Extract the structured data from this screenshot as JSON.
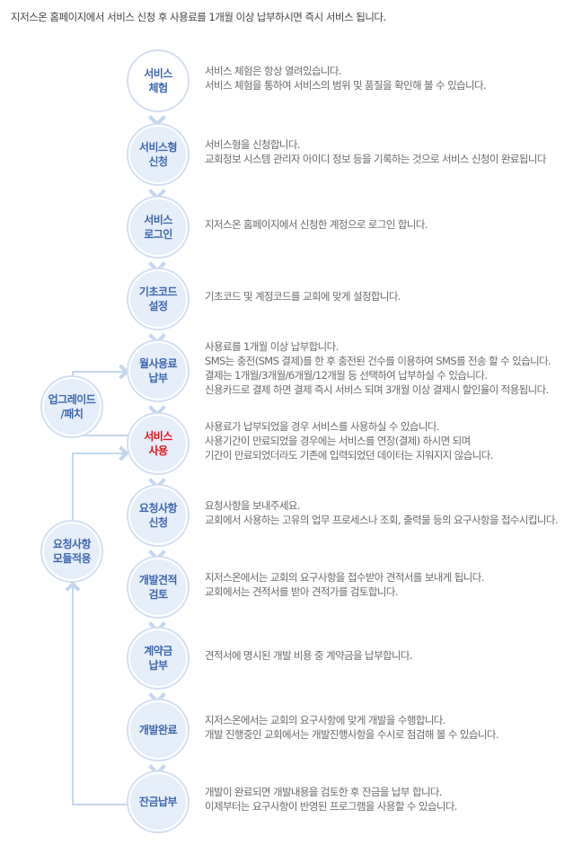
{
  "intro": "지저스온 홈페이지에서 서비스 신청 후 사용료를 1개월 이상 납부하시면 즉시 서비스 됩니다.",
  "steps": [
    {
      "label": [
        "서비스",
        "체험"
      ],
      "desc": [
        "서비스 체험은 항상 열려있습니다.",
        "서비스 체험을 통하여 서비스의 범위 및 품질을 확인해 볼 수 있습니다."
      ]
    },
    {
      "label": [
        "서비스형",
        "신청"
      ],
      "desc": [
        "서비스형을 신청합니다.",
        "교회정보 시스템 관리자 아이디 정보 등을 기록하는 것으로 서비스 신청이 완료됩니다"
      ]
    },
    {
      "label": [
        "서비스",
        "로그인"
      ],
      "desc": [
        "지저스온 홈페이지에서 신청한 계정으로 로그인 합니다."
      ]
    },
    {
      "label": [
        "기초코드",
        "설정"
      ],
      "desc": [
        "기초코드 및 계정코드를 교회에 맞게 설정합니다."
      ]
    },
    {
      "label": [
        "월사용료",
        "납부"
      ],
      "desc": [
        "사용료를 1개월 이상 납부합니다.",
        "SMS는 충전(SMS 결제)를 한 후 충전된 건수를 이용하여 SMS를 전송 할 수 있습니다.",
        "결제는 1개월/3개월/6개월/12개월 등 선택하여 납부하실 수 있습니다.",
        "신용카드로 결제 하면 결제 즉시 서비스 되며 3개월 이상 결제시 할인율이 적용됩니다."
      ]
    },
    {
      "label": [
        "서비스",
        "사용"
      ],
      "desc": [
        "사용료가 납부되었을 경우 서비스를 사용하실 수 있습니다.",
        "사용기간이 만료되었을 경우에는 서비스를 연장(결제) 하시면 되며",
        "기간이 만료되었더라도 기존에 입력되었던 데이터는 지워지지 않습니다."
      ]
    },
    {
      "label": [
        "요청사항",
        "신청"
      ],
      "desc": [
        "요청사항을 보내주세요.",
        "교회에서 사용하는 고유의 업무 프로세스나 조회, 출력물 등의 요구사항을 접수시킵니다."
      ]
    },
    {
      "label": [
        "개발견적",
        "검토"
      ],
      "desc": [
        "지저스온에서는 교회의 요구사항을 접수받아 견적서를 보내게 됩니다.",
        "교회에서는 견적서를 받아 견적가를 검토합니다."
      ]
    },
    {
      "label": [
        "계약금",
        "납부"
      ],
      "desc": [
        "견적서에 명시된 개발 비용 중 계약금을 납부합니다."
      ]
    },
    {
      "label": [
        "개발완료"
      ],
      "desc": [
        "지저스온에서는 교회의 요구사항에 맞게 개발을 수행합니다.",
        "개발 진행중인 교회에서는 개발진행사항을 수시로 점검해 볼 수 있습니다."
      ]
    },
    {
      "label": [
        "잔금납부"
      ],
      "desc": [
        "개발이 완료되면 개발내용을 검토한 후 잔금을 납부 합니다.",
        "이제부터는 요구사항이 반영된 프로그램을 사용할 수 있습니다."
      ]
    }
  ],
  "side": [
    {
      "label": [
        "업그레이드",
        "/패치"
      ]
    },
    {
      "label": [
        "요청사항",
        "모듈적용"
      ]
    }
  ],
  "colors": {
    "accent": "#3d68ad",
    "highlight": "#e1141a",
    "line": "#c4d6ec"
  }
}
